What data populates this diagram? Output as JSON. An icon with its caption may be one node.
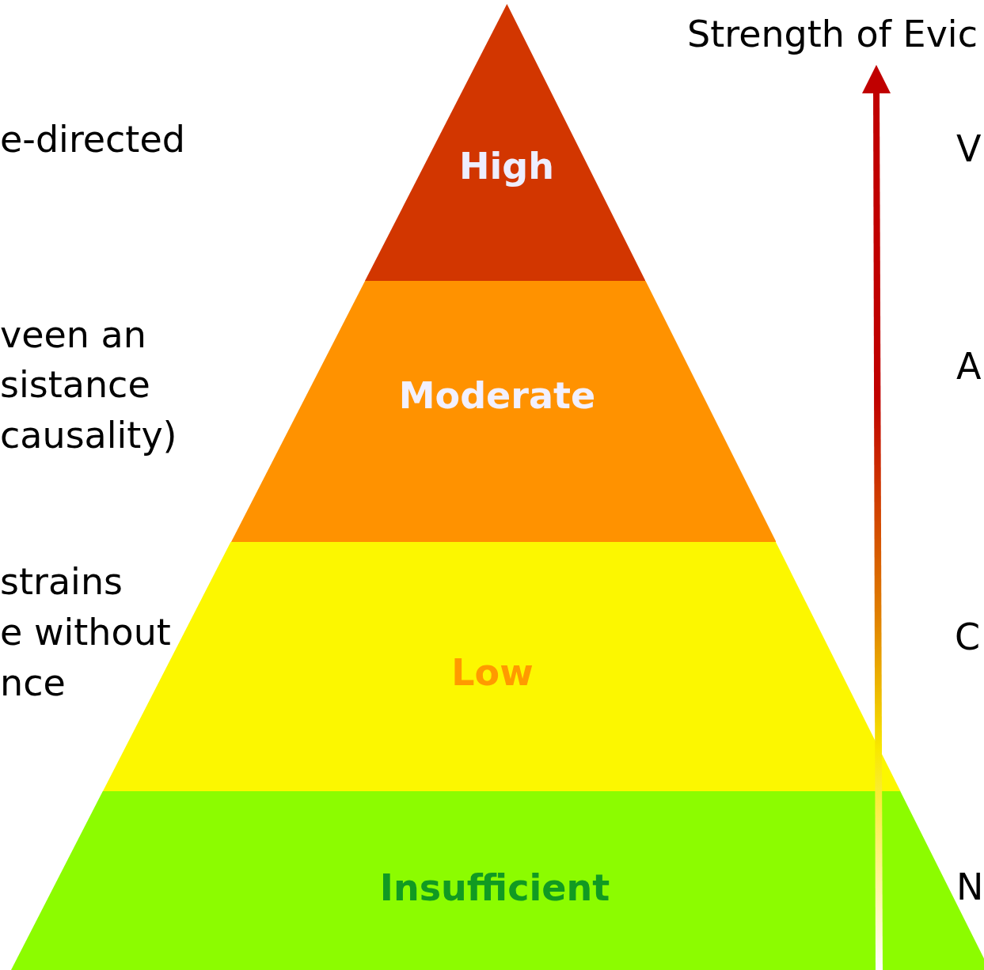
{
  "diagram": {
    "nodes": [
      {
        "text": [
          "High"
        ]
      },
      {
        "text": [
          "Moderate"
        ]
      },
      {
        "text": [
          "Low"
        ]
      },
      {
        "text": [
          "Insufficient"
        ]
      }
    ],
    "labels": [
      "Strength of Evic",
      "e-directed",
      "V",
      "veen an",
      "sistance",
      "A",
      "causality)",
      "strains",
      "e without",
      "C",
      "nce",
      "N"
    ]
  }
}
